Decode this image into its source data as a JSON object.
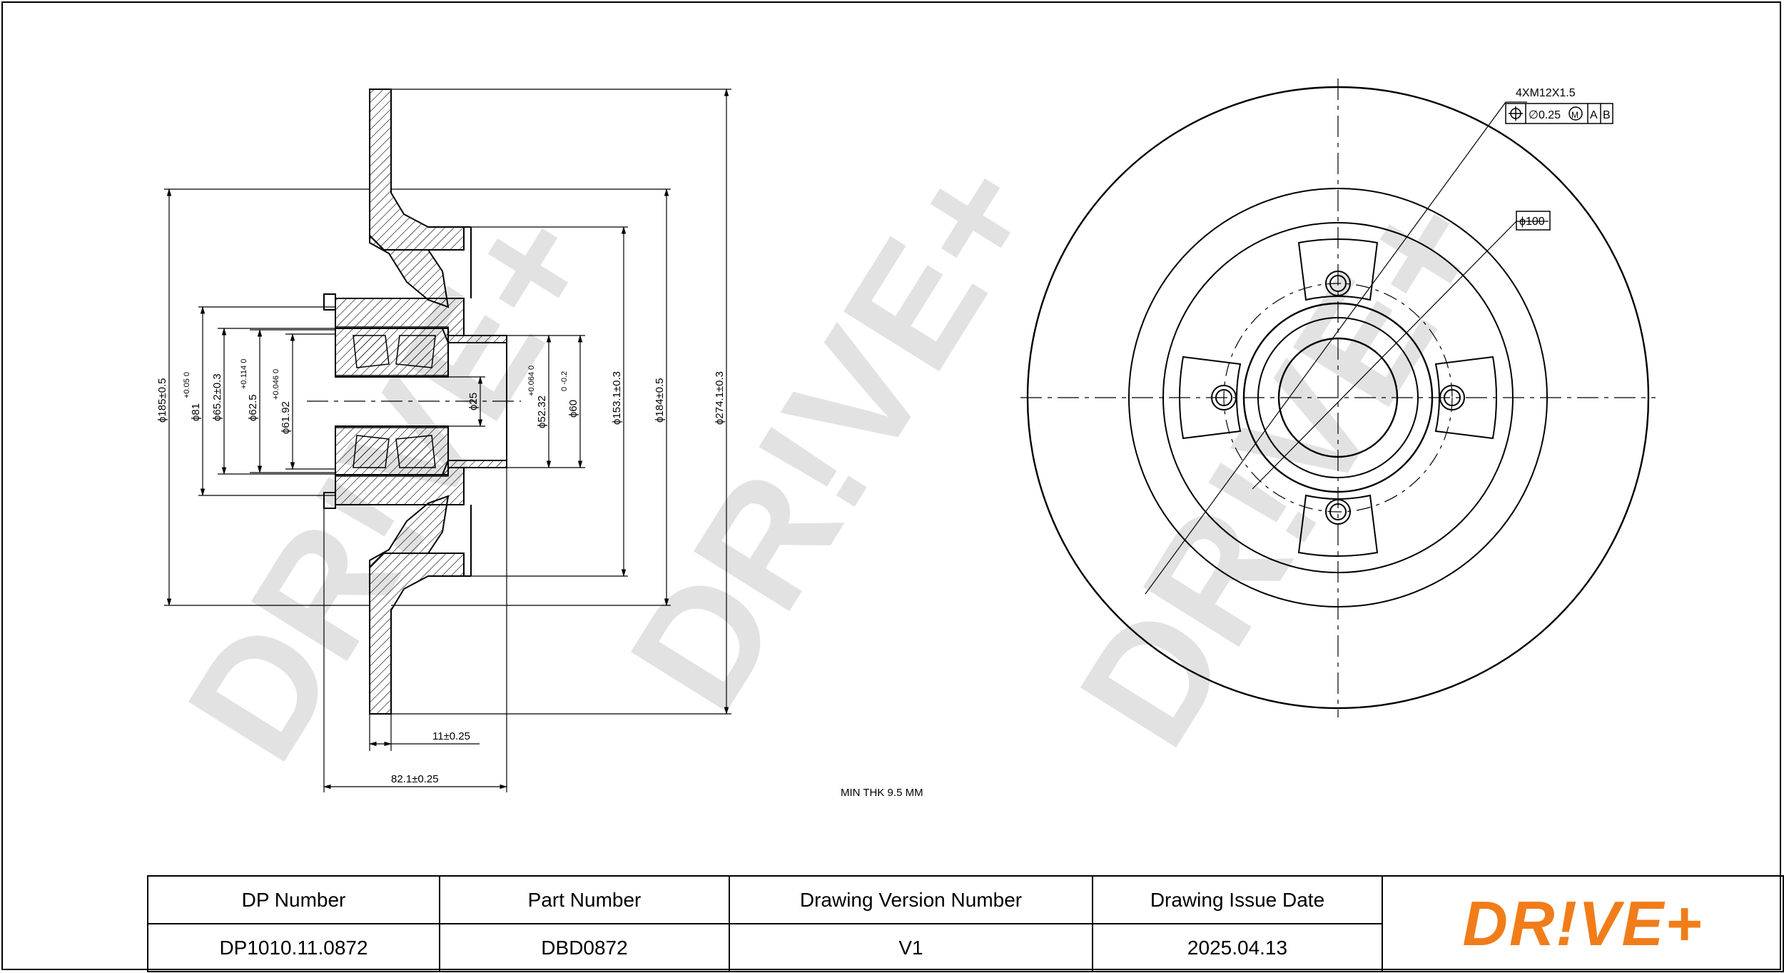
{
  "drawing": {
    "watermark": "DR!VE+",
    "dims_side": {
      "d185": "ϕ185±0.5",
      "d81": "ϕ81",
      "d81_tol": "+0.05 0",
      "d65": "ϕ65.2±0.3",
      "d62": "ϕ62.5",
      "d62_tol": "+0.114 0",
      "d61": "ϕ61.92",
      "d61_tol": "+0.046 0",
      "d25": "ϕ25",
      "d52": "ϕ52.32",
      "d52_tol": "+0.064 0",
      "d60": "ϕ60",
      "d60_tol": "0 -0.2",
      "d153": "ϕ153.1±0.3",
      "d184": "ϕ184±0.5",
      "d274": "ϕ274.1±0.3",
      "w11": "11±0.25",
      "w82": "82.1±0.25"
    },
    "dims_front": {
      "thread": "4XM12X1.5",
      "fcf_tol": "∅0.25",
      "fcf_mod": "M",
      "fcf_a": "A",
      "fcf_b": "B",
      "pcd": "ϕ100"
    },
    "min_thk": "MIN THK 9.5 MM"
  },
  "table": {
    "headers": [
      "DP Number",
      "Part Number",
      "Drawing Version Number",
      "Drawing Issue Date"
    ],
    "values": [
      "DP1010.11.0872",
      "DBD0872",
      "V1",
      "2025.04.13"
    ]
  },
  "logo": {
    "text": "DR!VE+",
    "color": "#f07d1a"
  }
}
